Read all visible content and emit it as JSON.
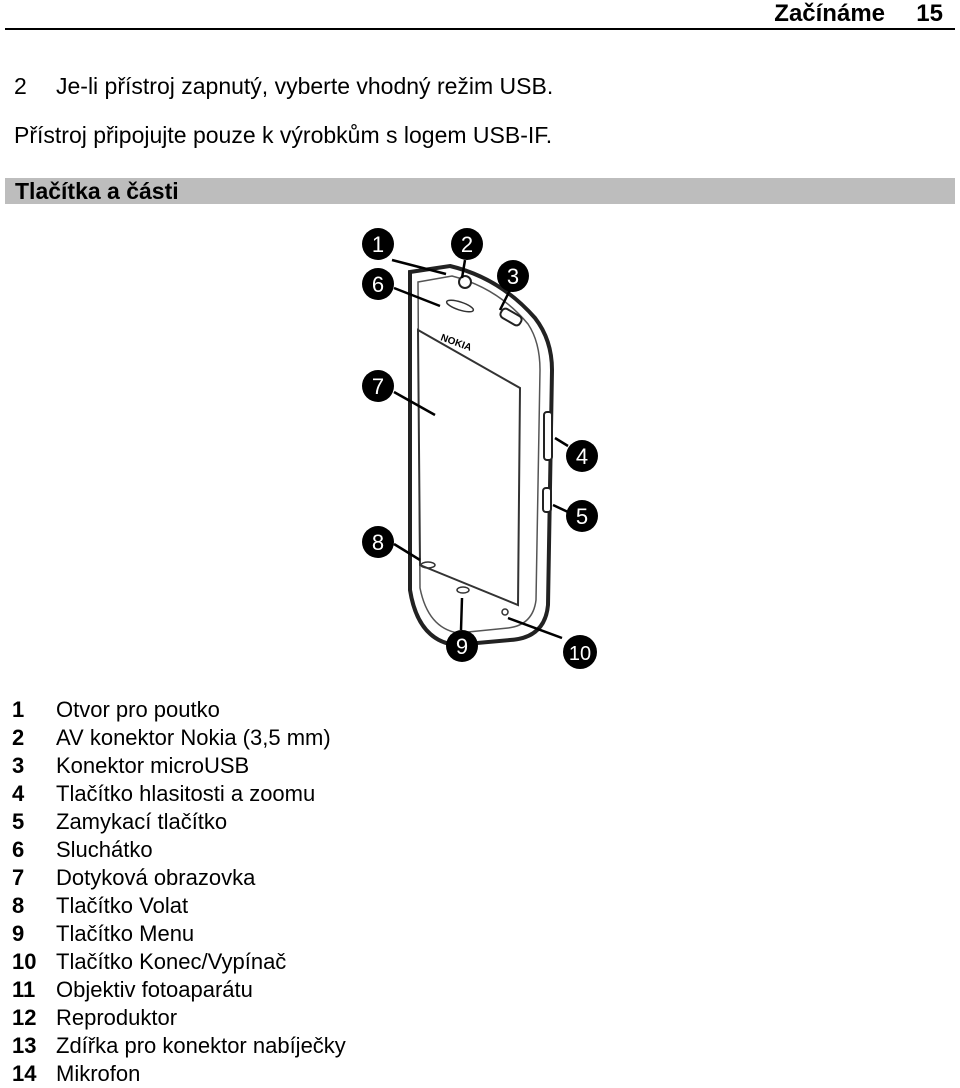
{
  "header": {
    "section": "Začínáme",
    "page_number": "15"
  },
  "step": {
    "number": "2",
    "text": "Je-li přístroj zapnutý, vyberte vhodný režim USB."
  },
  "note": "Přístroj připojujte pouze k výrobkům s logem USB-IF.",
  "section_title": "Tlačítka a části",
  "figure": {
    "brand": "NOKIA",
    "callouts": [
      "1",
      "2",
      "3",
      "4",
      "5",
      "6",
      "7",
      "8",
      "9",
      "10"
    ]
  },
  "legend": [
    {
      "num": "1",
      "label": "Otvor pro poutko"
    },
    {
      "num": "2",
      "label": "AV konektor Nokia (3,5 mm)"
    },
    {
      "num": "3",
      "label": "Konektor microUSB"
    },
    {
      "num": "4",
      "label": "Tlačítko hlasitosti a zoomu"
    },
    {
      "num": "5",
      "label": "Zamykací tlačítko"
    },
    {
      "num": "6",
      "label": "Sluchátko"
    },
    {
      "num": "7",
      "label": "Dotyková obrazovka"
    },
    {
      "num": "8",
      "label": "Tlačítko Volat"
    },
    {
      "num": "9",
      "label": "Tlačítko Menu"
    },
    {
      "num": "10",
      "label": "Tlačítko Konec/Vypínač"
    },
    {
      "num": "11",
      "label": "Objektiv fotoaparátu"
    },
    {
      "num": "12",
      "label": "Reproduktor"
    },
    {
      "num": "13",
      "label": "Zdířka pro konektor nabíječky"
    },
    {
      "num": "14",
      "label": "Mikrofon"
    }
  ]
}
